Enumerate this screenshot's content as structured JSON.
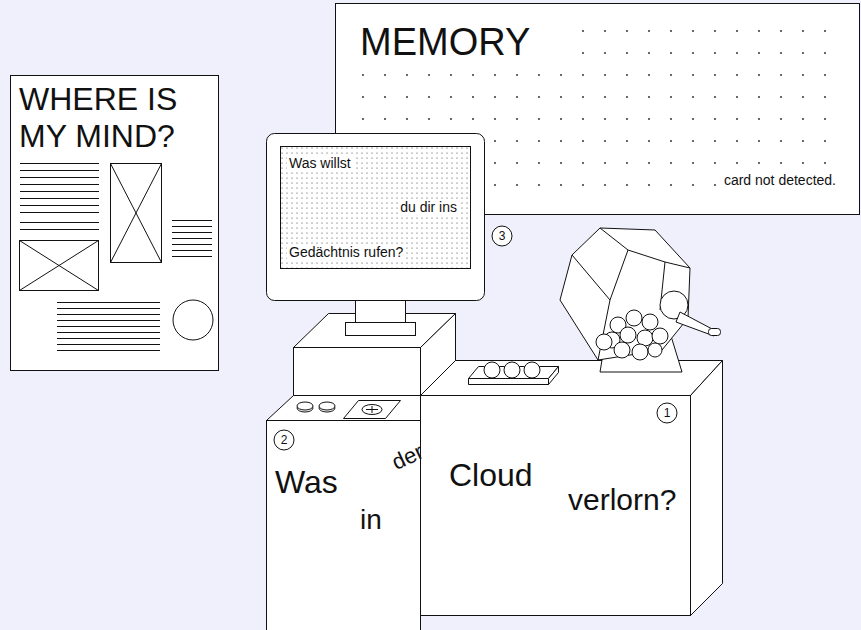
{
  "diagram": {
    "nodes": [
      {
        "text": [
          "WHERE IS MY MIND?"
        ]
      },
      {
        "text": [
          "MEMORY",
          "card not detected."
        ]
      },
      {
        "text": [
          "Was willst",
          "du dir ins",
          "Gedächtnis rufen?"
        ]
      }
    ],
    "labels": [
      "1",
      "2",
      "3",
      "Was",
      "in",
      "der",
      "Cloud",
      "verlorn?"
    ]
  }
}
